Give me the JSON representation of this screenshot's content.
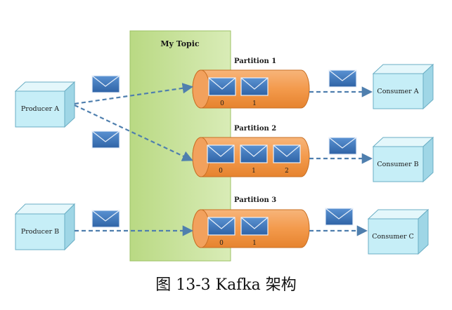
{
  "topic": {
    "label": "My Topic"
  },
  "producers": [
    {
      "label": "Producer A"
    },
    {
      "label": "Producer B"
    }
  ],
  "partitions": [
    {
      "label": "Partition 1",
      "indices": [
        "0",
        "1"
      ]
    },
    {
      "label": "Partition 2",
      "indices": [
        "0",
        "1",
        "2"
      ]
    },
    {
      "label": "Partition 3",
      "indices": [
        "0",
        "1"
      ]
    }
  ],
  "consumers": [
    {
      "label": "Consumer A"
    },
    {
      "label": "Consumer B"
    },
    {
      "label": "Consumer C"
    }
  ],
  "caption": "图  13-3 Kafka 架构",
  "colors": {
    "topic_fill": "#c8e29a",
    "partition_fill": "#f5a05a",
    "message_fill": "#3d75b9",
    "box_fill": "#c6eef7",
    "arrow": "#4f7fae"
  },
  "icons": {
    "message": "envelope-icon"
  }
}
